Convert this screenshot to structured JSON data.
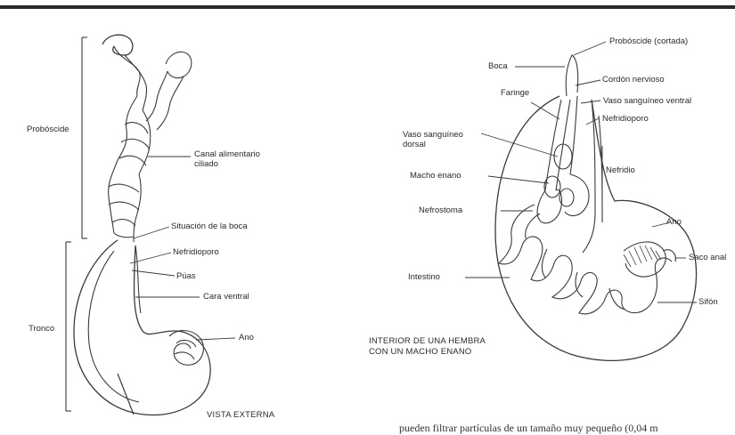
{
  "left_figure": {
    "group_labels": {
      "proboscis": "Probóscide",
      "trunk": "Tronco"
    },
    "labels": {
      "alimentary_canal": "Canal alimentario\nciliado",
      "mouth_position": "Situación de la boca",
      "nephridiopore": "Nefridioporo",
      "spines": "Púas",
      "ventral_face": "Cara ventral",
      "anus": "Ano"
    },
    "caption": "VISTA EXTERNA"
  },
  "right_figure": {
    "labels": {
      "proboscis_cut": "Probóscide (cortada)",
      "mouth": "Boca",
      "nerve_cord": "Cordón nervioso",
      "pharynx": "Faringe",
      "ventral_vessel": "Vaso sanguíneo ventral",
      "nephridiopore": "Nefridioporo",
      "dorsal_vessel": "Vaso sanguíneo\ndorsal",
      "dwarf_male": "Macho enano",
      "nephridium": "Nefridio",
      "nephrostome": "Nefrostoma",
      "anus": "Ano",
      "anal_sac": "Saco anal",
      "intestine": "Intestino",
      "siphon": "Sifón"
    },
    "caption": "INTERIOR DE UNA HEMBRA\nCON UN MACHO ENANO"
  },
  "body_text": {
    "bottom_line": "pueden filtrar partículas de un tamaño muy pequeño (0,04 m"
  },
  "colors": {
    "ink": "#3a3a3a",
    "paper": "#ffffff",
    "top_rule": "#222222"
  }
}
